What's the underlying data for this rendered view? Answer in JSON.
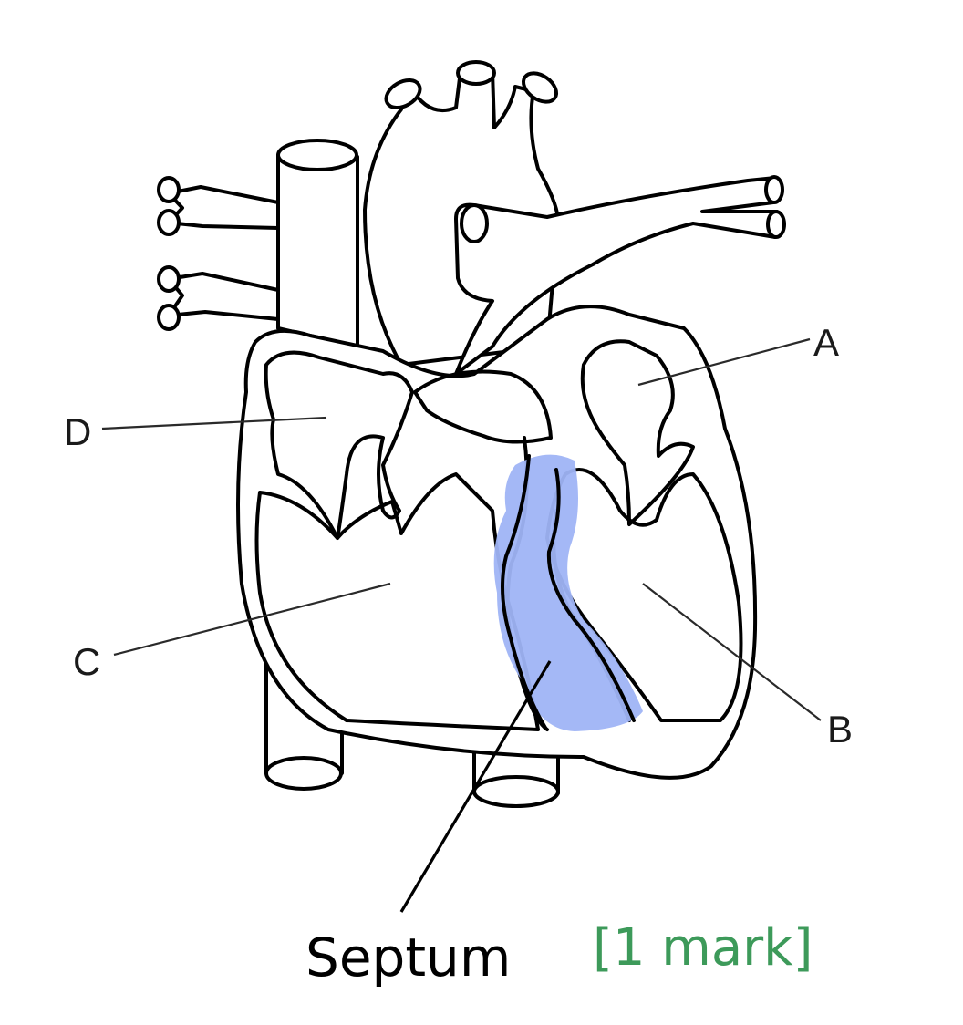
{
  "labels": {
    "a": "A",
    "b": "B",
    "c": "C",
    "d": "D"
  },
  "annotation": {
    "text": "Septum",
    "mark": "[1 mark]",
    "mark_color": "#3d9a5a",
    "highlight_color": "#9fb4f5"
  },
  "icons": {
    "heart": "heart-diagram-icon"
  }
}
